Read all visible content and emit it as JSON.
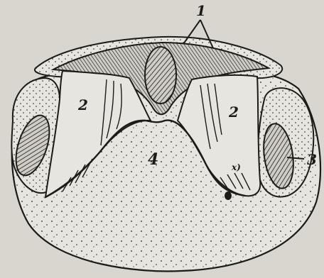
{
  "figure": {
    "labels": {
      "label_1": "1",
      "label_2_left": "2",
      "label_2_right": "2",
      "label_3": "3",
      "label_4": "4",
      "label_x": "x)"
    },
    "colors": {
      "paper": "#d8d6ce",
      "ink": "#1b1b18",
      "shade": "#e6e5df"
    }
  }
}
